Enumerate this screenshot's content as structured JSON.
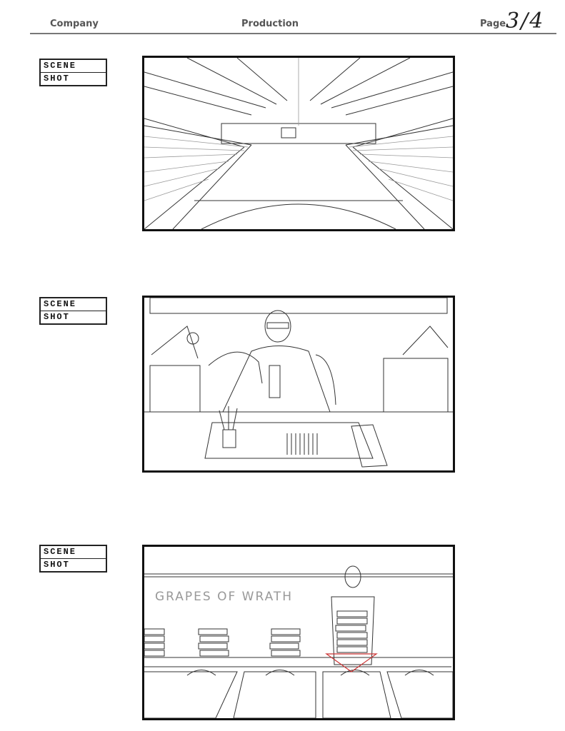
{
  "header": {
    "company": "Company",
    "production": "Production",
    "page_label": "Page",
    "page_number": "3/4"
  },
  "shots": [
    {
      "scene_label": "Scene",
      "shot_label": "Shot"
    },
    {
      "scene_label": "Scene",
      "shot_label": "Shot"
    },
    {
      "scene_label": "Scene",
      "shot_label": "Shot",
      "chalkboard_text": "GRAPES OF WRATH"
    }
  ]
}
